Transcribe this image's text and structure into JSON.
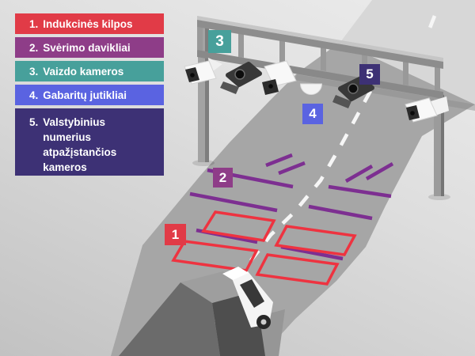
{
  "legend": {
    "items": [
      {
        "num": "1.",
        "text": "Indukcinės kilpos",
        "color": "#e13b47"
      },
      {
        "num": "2.",
        "text": "Svėrimo davikliai",
        "color": "#8e3d88"
      },
      {
        "num": "3.",
        "text": "Vaizdo kameros",
        "color": "#47a09b"
      },
      {
        "num": "4.",
        "text": "Gabaritų jutikliai",
        "color": "#5a63e1"
      },
      {
        "num": "5.",
        "text": "Valstybinius numerius atpažįstančios kameros",
        "color": "#3d3175"
      }
    ]
  },
  "markers": [
    {
      "number": "1",
      "color": "#e13b47"
    },
    {
      "number": "2",
      "color": "#8e3d88"
    },
    {
      "number": "3",
      "color": "#47a09b"
    },
    {
      "number": "4",
      "color": "#5a63e1"
    },
    {
      "number": "5",
      "color": "#3d3175"
    }
  ],
  "colors": {
    "induction_loop": "#ee3340",
    "weight_sensor": "#7d2f91",
    "road": "#a6a6a6",
    "road_far": "#d7d7d7",
    "lane_marking": "#f6f6f6"
  }
}
